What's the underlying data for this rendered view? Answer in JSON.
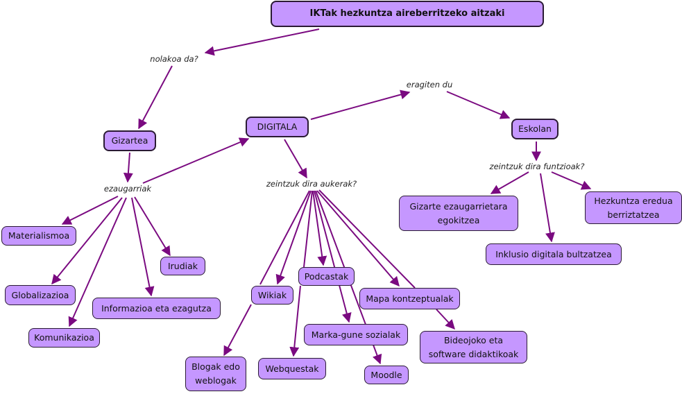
{
  "diagram": {
    "title": "IKTak hezkuntza aireberritzeko aitzaki",
    "accent_color": "#7a0a80",
    "node_fill": "#c597ff",
    "nodes": {
      "root": "IKTak hezkuntza aireberritzeko aitzaki",
      "gizartea": "Gizartea",
      "digitala": "DIGITALA",
      "eskolan": "Eskolan",
      "materialismoa": "Materialismoa",
      "globalizazioa": "Globalizazioa",
      "komunikazioa": "Komunikazioa",
      "irudiak": "Irudiak",
      "informazioa": "Informazioa eta ezagutza",
      "wikiak": "Wikiak",
      "podcastak": "Podcastak",
      "mapa": "Mapa kontzeptualak",
      "blogak": "Blogak edo\nweblogak",
      "webquestak": "Webquestak",
      "marka": "Marka-gune sozialak",
      "moodle": "Moodle",
      "bideojoko": "Bideojoko eta\nsoftware didaktikoak",
      "gizarte_egokitzea": "Gizarte ezaugarrietara\negokitzea",
      "inklusio": "Inklusio digitala bultzatzea",
      "hezkuntza_eredua": "Hezkuntza eredua\nberriztatzea"
    },
    "links": {
      "nolakoa": "nolakoa da?",
      "eragiten": "eragiten du",
      "ezaugarriak": "ezaugarriak",
      "aukerak": "zeintzuk dira aukerak?",
      "funtzioak": "zeintzuk dira funtzioak?"
    }
  }
}
